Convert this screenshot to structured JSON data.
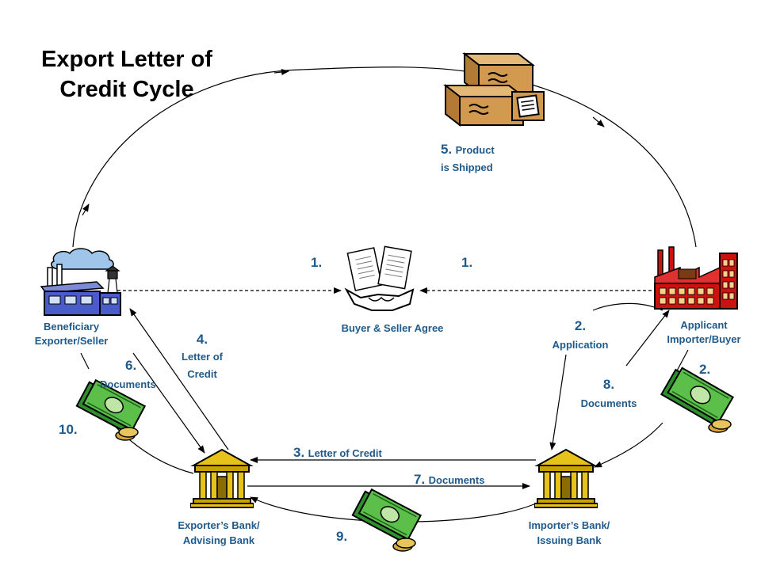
{
  "title": {
    "line1": "Export Letter of",
    "line2": "Credit Cycle"
  },
  "nodes": {
    "beneficiary": {
      "line1": "Beneficiary",
      "line2": "Exporter/Seller"
    },
    "applicant": {
      "line1": "Applicant",
      "line2": "Importer/Buyer"
    },
    "agreement": {
      "label": "Buyer & Seller Agree"
    },
    "exporters_bank": {
      "line1": "Exporter’s Bank/",
      "line2": "Advising Bank"
    },
    "importers_bank": {
      "line1": "Importer’s Bank/",
      "line2": "Issuing Bank"
    }
  },
  "steps": {
    "s1_left": {
      "num": "1."
    },
    "s1_right": {
      "num": "1."
    },
    "s2_application": {
      "num": "2.",
      "text": "Application"
    },
    "s2_money": {
      "num": "2."
    },
    "s3": {
      "num": "3.",
      "text": "Letter of Credit"
    },
    "s4": {
      "num": "4.",
      "line1": "Letter of",
      "line2": "Credit"
    },
    "s5": {
      "num": "5.",
      "line1": "Product",
      "line2": "is Shipped"
    },
    "s6": {
      "num": "6.",
      "text": "Documents"
    },
    "s7": {
      "num": "7.",
      "text": "Documents"
    },
    "s8": {
      "num": "8.",
      "text": "Documents"
    },
    "s9": {
      "num": "9."
    },
    "s10": {
      "num": "10."
    }
  },
  "colors": {
    "label_text": "#1f5a8a",
    "money_green": "#2f8f2f",
    "bank_gold": "#c8a200",
    "factory_red": "#cc1111",
    "factory_blue": "#4a5cc8",
    "cloud": "#9fc6ea",
    "box_brown": "#d29a4e"
  },
  "icons": {
    "beneficiary": "factory-icon",
    "applicant": "factory-icon",
    "agreement": "handshake-icon",
    "product": "shipping-boxes-icon",
    "bank": "bank-icon",
    "money": "money-stack-icon"
  }
}
